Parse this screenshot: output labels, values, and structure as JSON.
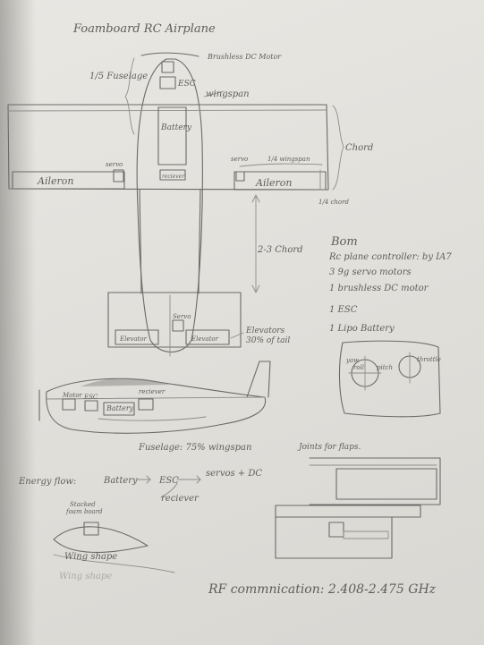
{
  "title": "Foamboard RC Airplane",
  "top_view": {
    "motor_label": "Brushless DC Motor",
    "esc_label": "ESC",
    "fuselage_label": "1/5 Fuselage",
    "wingspan_label": "wingspan",
    "battery_label": "Battery",
    "reciever_label": "reciever",
    "chord_label": "Chord",
    "quarter_wingspan_label": "1/4 wingspan",
    "quarter_chord_label": "1/4 chord",
    "servo_left_label": "servo",
    "servo_right_label": "servo",
    "aileron_left_label": "Aileron",
    "aileron_right_label": "Aileron",
    "tail_distance_label": "2-3 Chord",
    "tail_servo_label": "Servo",
    "elevator_left_label": "Elevator",
    "elevator_right_label": "Elevator",
    "elevator_note_line1": "Elevators",
    "elevator_note_line2": "30% of tail"
  },
  "bom": {
    "heading": "Bom",
    "items": [
      "Rc plane controller: by IA7",
      "3 9g servo motors",
      "1 brushless DC motor",
      "1 ESC",
      "1 Lipo Battery"
    ]
  },
  "controller": {
    "left_stick_label_yaw": "yaw",
    "left_stick_label_roll": "roll",
    "left_stick_label_pitch": "pitch",
    "right_stick_label": "throttle"
  },
  "side_view": {
    "motor_label": "Motor",
    "esc_label": "ESC",
    "battery_label": "Battery",
    "reciever_label": "reciever",
    "fuselage_note": "Fuselage: 75% wingspan"
  },
  "joints_label": "Joints for flaps.",
  "energy_flow": {
    "label": "Energy flow:",
    "battery": "Battery",
    "esc": "ESC",
    "outputs": "servos + DC",
    "reciever": "reciever"
  },
  "wing_shape": {
    "stacked_label_line1": "Stacked",
    "stacked_label_line2": "foam board",
    "label": "Wing shape",
    "faint_label": "Wing shape"
  },
  "rf_communication": "RF commnication: 2.408-2.475 GHz"
}
